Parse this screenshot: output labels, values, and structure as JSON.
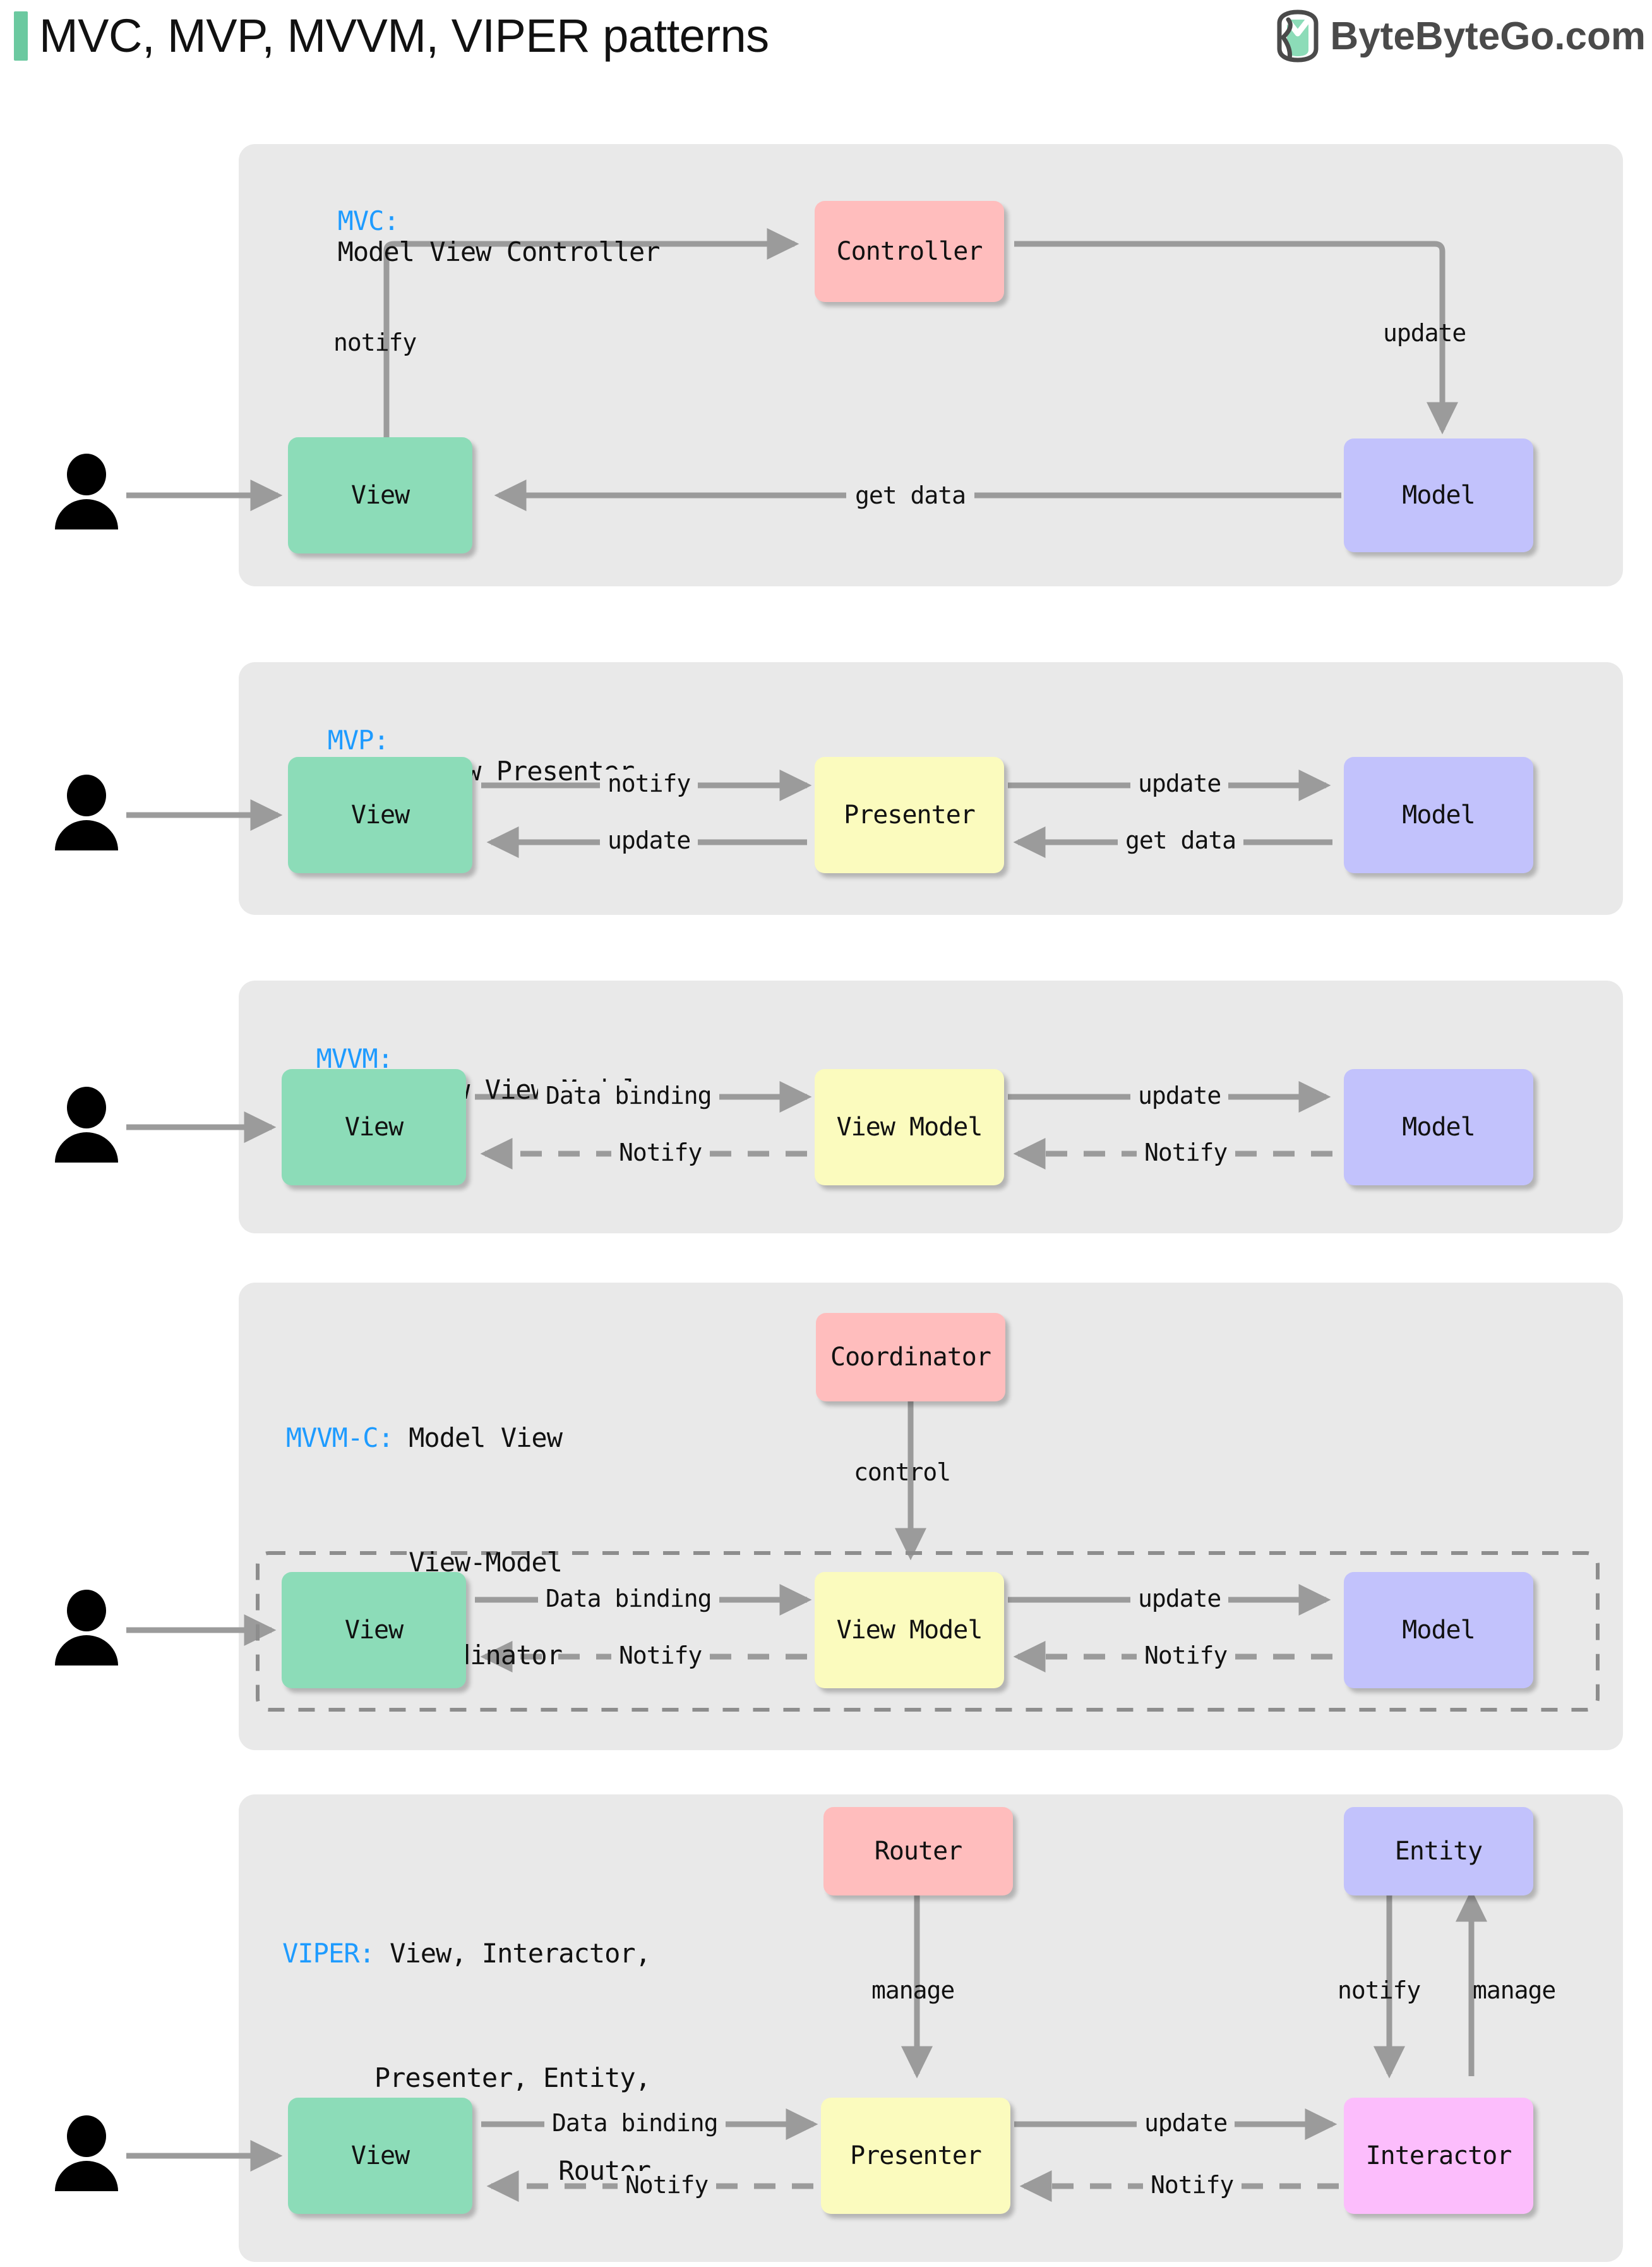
{
  "header": {
    "title": "MVC, MVP, MVVM, VIPER patterns",
    "brand_text": "ByteByteGo.com",
    "brand_icon": "bytebytego-logo-icon",
    "accent_color": "#6BC9A0"
  },
  "colors": {
    "view": "#8CDCB8",
    "controller": "#FFBDBD",
    "model": "#C2C2FC",
    "presenter": "#FBFBBE",
    "interactor": "#FCBDFC",
    "panel_bg": "#e9e9e9",
    "arrow": "#9b9b9b",
    "key_text": "#1E9BFF"
  },
  "sections": [
    {
      "id": "mvc",
      "key": "MVC:",
      "title_lines": [
        "Model View Controller"
      ],
      "nodes": [
        {
          "id": "view",
          "label": "View",
          "color": "view"
        },
        {
          "id": "controller",
          "label": "Controller",
          "color": "controller"
        },
        {
          "id": "model",
          "label": "Model",
          "color": "model"
        }
      ],
      "edges": [
        {
          "from": "user",
          "to": "view",
          "label": "",
          "style": "solid"
        },
        {
          "from": "view",
          "to": "controller",
          "label": "notify",
          "style": "solid"
        },
        {
          "from": "controller",
          "to": "model",
          "label": "update",
          "style": "solid"
        },
        {
          "from": "model",
          "to": "view",
          "label": "get data",
          "style": "solid"
        }
      ]
    },
    {
      "id": "mvp",
      "key": "MVP:",
      "title_lines": [
        "Model View Presenter"
      ],
      "nodes": [
        {
          "id": "view",
          "label": "View",
          "color": "view"
        },
        {
          "id": "presenter",
          "label": "Presenter",
          "color": "presenter"
        },
        {
          "id": "model",
          "label": "Model",
          "color": "model"
        }
      ],
      "edges": [
        {
          "from": "user",
          "to": "view",
          "label": "",
          "style": "solid"
        },
        {
          "from": "view",
          "to": "presenter",
          "label": "notify",
          "style": "solid"
        },
        {
          "from": "presenter",
          "to": "view",
          "label": "update",
          "style": "solid"
        },
        {
          "from": "presenter",
          "to": "model",
          "label": "update",
          "style": "solid"
        },
        {
          "from": "model",
          "to": "presenter",
          "label": "get data",
          "style": "solid"
        }
      ]
    },
    {
      "id": "mvvm",
      "key": "MVVM:",
      "title_lines": [
        "Model View View-Model"
      ],
      "nodes": [
        {
          "id": "view",
          "label": "View",
          "color": "view"
        },
        {
          "id": "viewmodel",
          "label": "View Model",
          "color": "presenter"
        },
        {
          "id": "model",
          "label": "Model",
          "color": "model"
        }
      ],
      "edges": [
        {
          "from": "user",
          "to": "view",
          "label": "",
          "style": "solid"
        },
        {
          "from": "view",
          "to": "viewmodel",
          "label": "Data binding",
          "style": "solid"
        },
        {
          "from": "viewmodel",
          "to": "view",
          "label": "Notify",
          "style": "dashed"
        },
        {
          "from": "viewmodel",
          "to": "model",
          "label": "update",
          "style": "solid"
        },
        {
          "from": "model",
          "to": "viewmodel",
          "label": "Notify",
          "style": "dashed"
        }
      ]
    },
    {
      "id": "mvvmc",
      "key": "MVVM-C:",
      "title_lines": [
        "Model View",
        "View-Model",
        "Coordinator"
      ],
      "nodes": [
        {
          "id": "coordinator",
          "label": "Coordinator",
          "color": "controller"
        },
        {
          "id": "view",
          "label": "View",
          "color": "view"
        },
        {
          "id": "viewmodel",
          "label": "View Model",
          "color": "presenter"
        },
        {
          "id": "model",
          "label": "Model",
          "color": "model"
        }
      ],
      "edges": [
        {
          "from": "coordinator",
          "to": "group",
          "label": "control",
          "style": "solid"
        },
        {
          "from": "user",
          "to": "view",
          "label": "",
          "style": "solid"
        },
        {
          "from": "view",
          "to": "viewmodel",
          "label": "Data binding",
          "style": "solid"
        },
        {
          "from": "viewmodel",
          "to": "view",
          "label": "Notify",
          "style": "dashed"
        },
        {
          "from": "viewmodel",
          "to": "model",
          "label": "update",
          "style": "solid"
        },
        {
          "from": "model",
          "to": "viewmodel",
          "label": "Notify",
          "style": "dashed"
        }
      ],
      "has_dashed_group": true
    },
    {
      "id": "viper",
      "key": "VIPER:",
      "title_lines": [
        "View, Interactor,",
        "Presenter, Entity,",
        "Router"
      ],
      "nodes": [
        {
          "id": "router",
          "label": "Router",
          "color": "controller"
        },
        {
          "id": "entity",
          "label": "Entity",
          "color": "model"
        },
        {
          "id": "view",
          "label": "View",
          "color": "view"
        },
        {
          "id": "presenter",
          "label": "Presenter",
          "color": "presenter"
        },
        {
          "id": "interactor",
          "label": "Interactor",
          "color": "interactor"
        }
      ],
      "edges": [
        {
          "from": "router",
          "to": "presenter",
          "label": "manage",
          "style": "solid"
        },
        {
          "from": "entity",
          "to": "interactor",
          "label": "notify",
          "style": "solid"
        },
        {
          "from": "interactor",
          "to": "entity",
          "label": "manage",
          "style": "solid"
        },
        {
          "from": "user",
          "to": "view",
          "label": "",
          "style": "solid"
        },
        {
          "from": "view",
          "to": "presenter",
          "label": "Data binding",
          "style": "solid"
        },
        {
          "from": "presenter",
          "to": "view",
          "label": "Notify",
          "style": "dashed"
        },
        {
          "from": "presenter",
          "to": "interactor",
          "label": "update",
          "style": "solid"
        },
        {
          "from": "interactor",
          "to": "presenter",
          "label": "Notify",
          "style": "dashed"
        }
      ]
    }
  ],
  "user_icon_name": "user-actor-icon"
}
